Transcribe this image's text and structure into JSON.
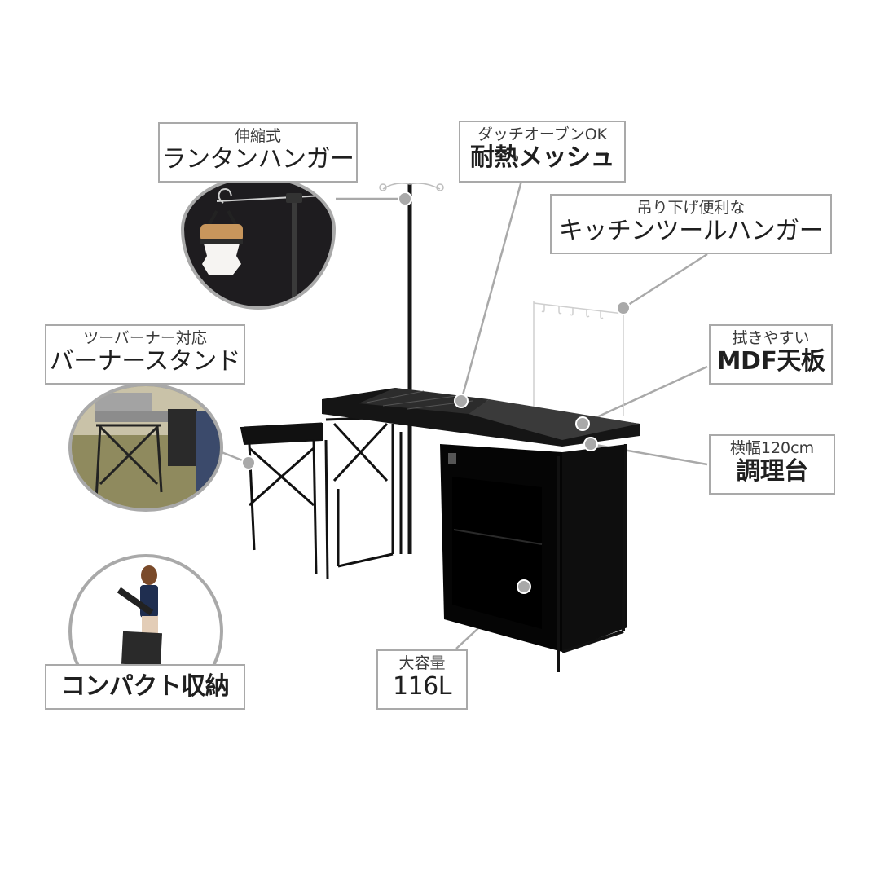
{
  "product": {
    "description": "Outdoor kitchen cooking table with side burner stand, lantern pole and storage cabinet"
  },
  "callouts": {
    "lantern_hanger": {
      "sub": "伸縮式",
      "main": "ランタンハンガー"
    },
    "heat_mesh": {
      "sub": "ダッチオーブンOK",
      "main": "耐熱メッシュ"
    },
    "tool_hanger": {
      "sub": "吊り下げ便利な",
      "main": "キッチンツールハンガー"
    },
    "burner_stand": {
      "sub": "ツーバーナー対応",
      "main": "バーナースタンド"
    },
    "mdf_top": {
      "sub": "拭きやすい",
      "main": "MDF天板"
    },
    "width": {
      "sub": "横幅120cm",
      "main": "調理台"
    },
    "capacity": {
      "sub": "大容量",
      "main": "116L"
    },
    "compact": {
      "main": "コンパクト収納"
    }
  },
  "colors": {
    "border": "#a9a9a9",
    "leader_dot": "#a9a9a9",
    "product": "#111111",
    "text": "#1f1f1f"
  }
}
